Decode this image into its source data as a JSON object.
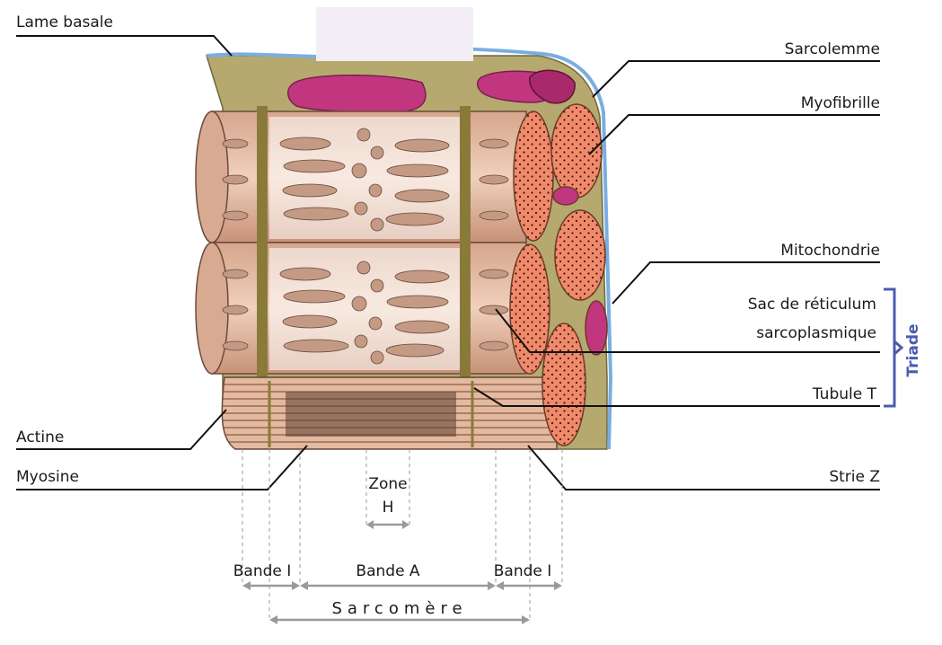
{
  "labels": {
    "lame_basale": "Lame basale",
    "sarcolemme": "Sarcolemme",
    "myofibrille": "Myofibrille",
    "mitochondrie": "Mitochondrie",
    "sac_reticulum_1": "Sac de réticulum",
    "sac_reticulum_2": "sarcoplasmique",
    "tubule_t": "Tubule T",
    "triade": "Triade",
    "actine": "Actine",
    "myosine": "Myosine",
    "strie_z": "Strie Z",
    "zone": "Zone",
    "h": "H",
    "bande_i_left": "Bande I",
    "bande_a": "Bande A",
    "bande_i_right": "Bande I",
    "sarcomere": "Sarcomère"
  },
  "colors": {
    "sarcoplasm": "#b5a96f",
    "myofibril_light": "#e8c4ad",
    "myofibril_dark": "#c9957c",
    "cross_section": "#f08a6a",
    "mitochondria": "#c2367f",
    "membrane_blue": "#7aaee0",
    "triade_blue": "#4b5cb0",
    "dimension_gray": "#9a9a9a"
  }
}
